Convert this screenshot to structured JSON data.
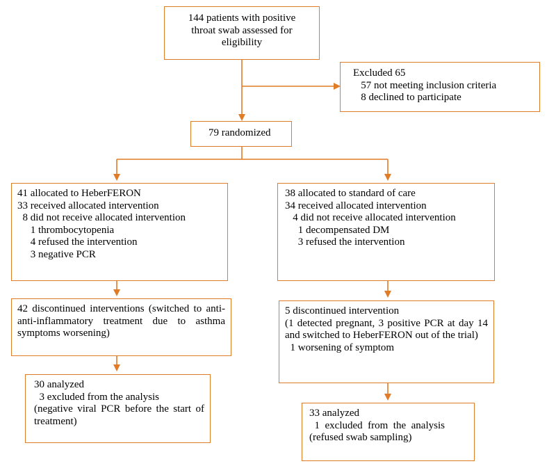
{
  "colors": {
    "stroke": "#E07C27",
    "text": "#000000",
    "fill": "#ffffff"
  },
  "assessed": [
    "144 patients with positive",
    "throat swab assessed for",
    "eligibility"
  ],
  "excluded": [
    "Excluded 65",
    "   57 not meeting inclusion criteria",
    "   8 declined to participate"
  ],
  "randomized": "79 randomized",
  "arm_left": {
    "allocation": [
      "41 allocated to HeberFERON",
      "33 received allocated intervention",
      "  8 did not receive allocated intervention",
      "     1 thrombocytopenia",
      "     4 refused the intervention",
      "     3 negative PCR"
    ],
    "discontinued": "42 discontinued interventions (switched to anti-anti-inflammatory treatment due to asthma symptoms worsening)",
    "analyzed": [
      "30 analyzed",
      "  3 excluded from the analysis",
      " (negative viral PCR before the start of treatment)"
    ]
  },
  "arm_right": {
    "allocation": [
      "38 allocated to standard of care",
      "34 received allocated intervention",
      "   4 did not receive allocated intervention",
      "     1 decompensated DM",
      "     3 refused the intervention"
    ],
    "discontinued": [
      "5 discontinued intervention",
      "(1 detected pregnant, 3 positive PCR at day 14 and switched to HeberFERON out of the trial)",
      "  1 worsening of symptom"
    ],
    "analyzed": [
      "33 analyzed",
      "  1  excluded  from  the  analysis",
      "(refused swab sampling)"
    ]
  }
}
